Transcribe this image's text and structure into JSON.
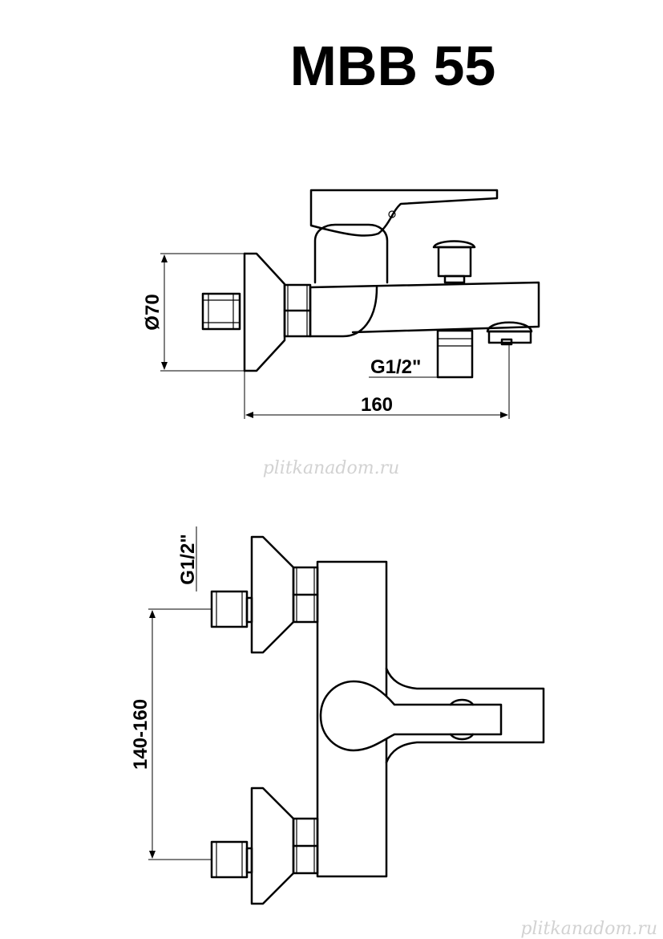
{
  "title": "MBB 55",
  "side_view": {
    "diameter_label": "Ø70",
    "thread_label": "G1/2\"",
    "length_label": "160"
  },
  "front_view": {
    "thread_label": "G1/2\"",
    "spacing_label": "140-160"
  },
  "watermarks": {
    "center": "plitkanadom.ru",
    "corner": "plitkanadom.ru"
  }
}
